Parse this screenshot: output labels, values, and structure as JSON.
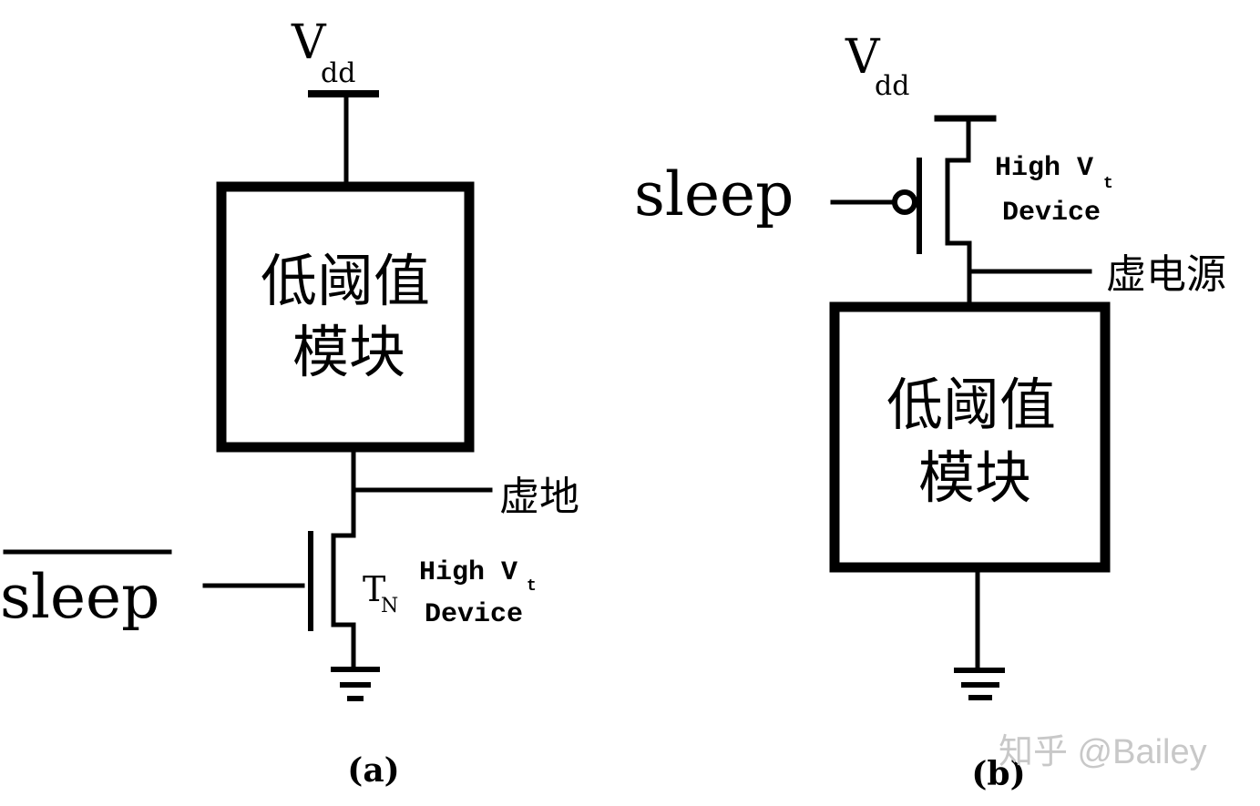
{
  "diagram": {
    "left": {
      "caption": "(a)",
      "supply_label": "V",
      "supply_sub": "dd",
      "block_line1": "低阈值",
      "block_line2": "模块",
      "virtual_node_label": "虚地",
      "control_signal": "sleep",
      "control_signal_inverted": true,
      "transistor_name": "T",
      "transistor_sub": "N",
      "transistor_type": "NMOS",
      "device_line1": "High V",
      "device_line1_sub": "t",
      "device_line2": "Device",
      "bottom_terminal": "ground"
    },
    "right": {
      "caption": "(b)",
      "supply_label": "V",
      "supply_sub": "dd",
      "block_line1": "低阈值",
      "block_line2": "模块",
      "virtual_node_label": "虚电源",
      "control_signal": "sleep",
      "control_signal_inverted": false,
      "transistor_type": "PMOS",
      "device_line1": "High V",
      "device_line1_sub": "t",
      "device_line2": "Device",
      "bottom_terminal": "ground"
    },
    "watermark": "知乎 @Bailey"
  }
}
